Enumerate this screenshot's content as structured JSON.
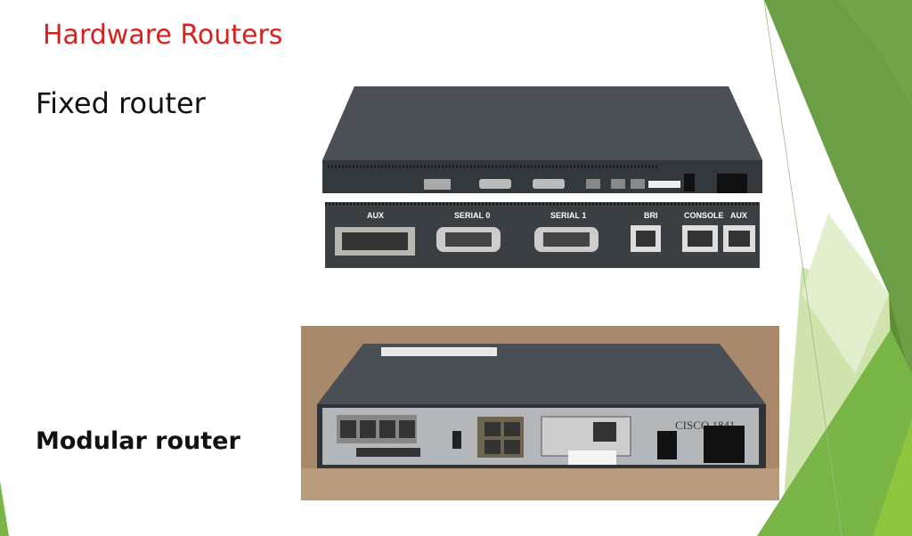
{
  "slide": {
    "title": "Hardware Routers",
    "fixed_label": "Fixed router",
    "modular_label": "Modular router"
  },
  "fixed_router_image": {
    "port_labels": [
      "AUX",
      "SERIAL 0",
      "SERIAL 1",
      "BRI",
      "CONSOLE",
      "AUX"
    ]
  },
  "modular_router_image": {
    "brand_text": "CISCO 1841"
  },
  "colors": {
    "title": "#d9201f",
    "accent_green": "#6a9f44",
    "bright_green": "#7ab648"
  }
}
